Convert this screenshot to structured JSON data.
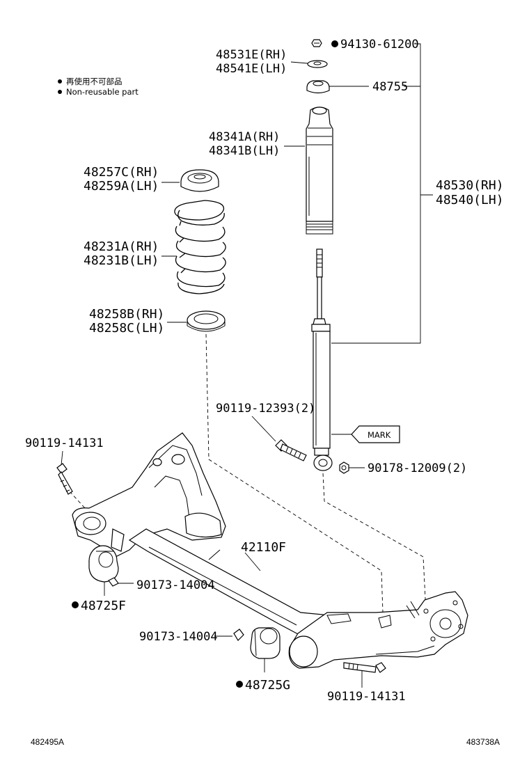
{
  "legend": {
    "jp": "再使用不可部品",
    "en": "Non-reusable part"
  },
  "labels": {
    "nut_94130": "94130-61200",
    "insulator_a": "48531E(RH)",
    "insulator_b": "48541E(LH)",
    "support_48755": "48755",
    "bumper_a": "48341A(RH)",
    "bumper_b": "48341B(LH)",
    "absorber_a": "48530(RH)",
    "absorber_b": "48540(LH)",
    "upper_seat_a": "48257C(RH)",
    "upper_seat_b": "48259A(LH)",
    "spring_a": "48231A(RH)",
    "spring_b": "48231B(LH)",
    "lower_seat_a": "48258B(RH)",
    "lower_seat_b": "48258C(LH)",
    "bolt_12393": "90119-12393(2)",
    "mark": "MARK",
    "nut_12009": "90178-12009(2)",
    "bolt_14131_top": "90119-14131",
    "beam": "42110F",
    "nut_14004_a": "90173-14004",
    "bush_f": "48725F",
    "nut_14004_b": "90173-14004",
    "bush_g": "48725G",
    "bolt_14131_bottom": "90119-14131"
  },
  "footer": {
    "left": "482495A",
    "right": "483738A"
  }
}
